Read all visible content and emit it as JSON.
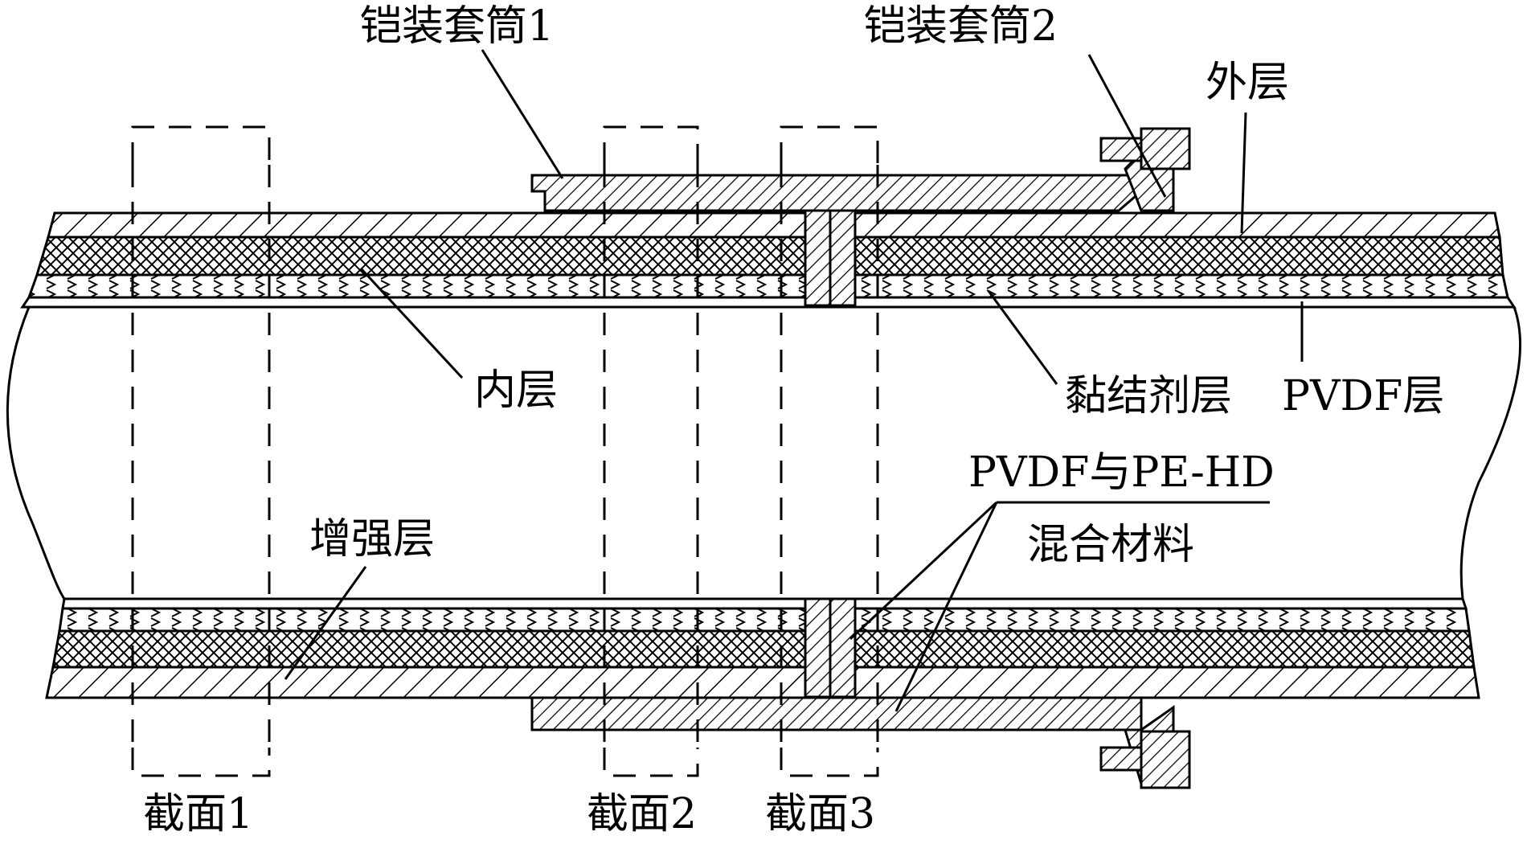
{
  "labels": {
    "armor_sleeve_1": "铠装套筒1",
    "armor_sleeve_2": "铠装套筒2",
    "outer_layer": "外层",
    "inner_layer": "内层",
    "adhesive_layer": "黏结剂层",
    "pvdf_layer": "PVDF层",
    "mix_line1": "PVDF与PE-HD",
    "mix_line2": "混合材料",
    "reinforcement_layer": "增强层",
    "section_1": "截面1",
    "section_2": "截面2",
    "section_3": "截面3"
  },
  "colors": {
    "stroke": "#000000",
    "background": "#ffffff"
  }
}
